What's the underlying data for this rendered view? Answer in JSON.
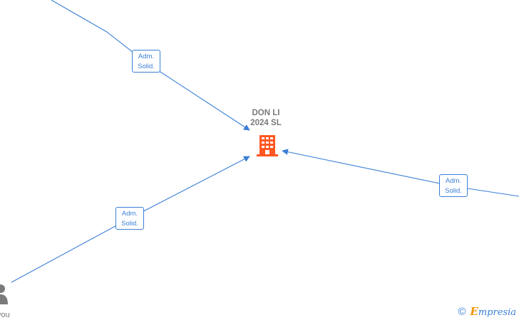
{
  "company": {
    "name_line1": "DON LI",
    "name_line2": "2024  SL",
    "icon": "building-icon",
    "color": "#ff5722"
  },
  "edges": [
    {
      "role_line1": "Adm.",
      "role_line2": "Solid."
    },
    {
      "role_line1": "Adm.",
      "role_line2": "Solid."
    },
    {
      "role_line1": "Adm.",
      "role_line2": "Solid."
    }
  ],
  "person": {
    "name": "you",
    "icon": "person-icon"
  },
  "watermark": {
    "copyright": "©",
    "brand_initial": "E",
    "brand_rest": "mpresia"
  },
  "colors": {
    "edge": "#3a7fd5",
    "node_text": "#7a7a7a",
    "accent": "#f29400"
  }
}
